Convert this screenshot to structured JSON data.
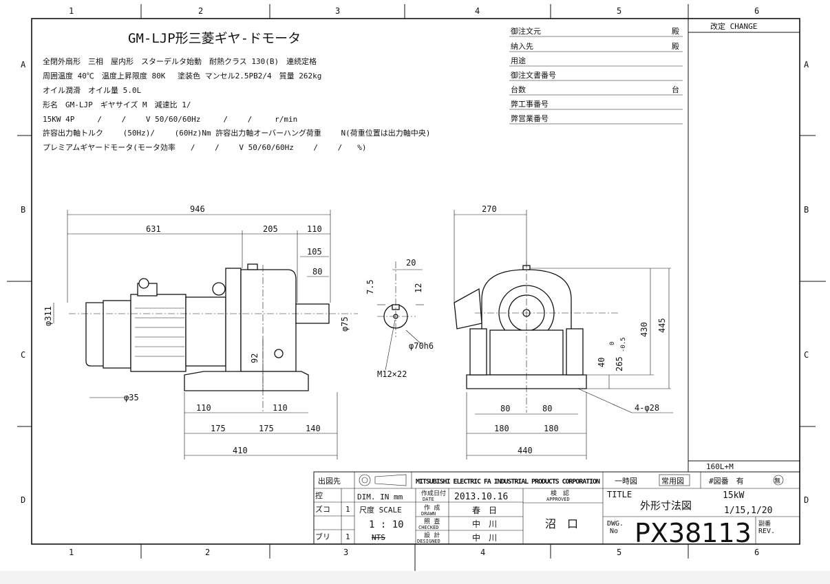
{
  "grid": {
    "columns": [
      "1",
      "2",
      "3",
      "4",
      "5",
      "6"
    ],
    "rows": [
      "A",
      "B",
      "C",
      "D"
    ]
  },
  "title": "GM-LJP形三菱ギヤ-ドモータ",
  "spec_lines": [
    "全閉外扇形　三相　屋内形　スターデルタ始動　耐熱クラス 130(B)　連続定格",
    "周囲温度 40℃　温度上昇限度 80K　 塗装色 マンセル2.5PB2/4　質量 262kg",
    "オイル潤滑　オイル量 5.0L",
    "形名　GM-LJP　ギヤサイズ M　減速比 1/",
    "15KW 4P　　　/　　 /　　 V 50/60/60Hz　　　/　　 /　　　r/min",
    "許容出力軸トルク　　 (50Hz)/　　 (60Hz)Nm 許容出力軸オーバーハング荷重　　 N(荷重位置は出力軸中央)",
    "プレミアムギヤードモータ(モータ効率　　/　　 /　　 V 50/60/60Hz　　 /　　 /　　%)"
  ],
  "order_form": [
    {
      "label": "御注文元",
      "suffix": "殿"
    },
    {
      "label": "納入先",
      "suffix": "殿"
    },
    {
      "label": "用途",
      "suffix": ""
    },
    {
      "label": "御注文書番号",
      "suffix": ""
    },
    {
      "label": "台数",
      "suffix": "台"
    },
    {
      "label": "弊工事番号",
      "suffix": ""
    },
    {
      "label": "弊営業番号",
      "suffix": ""
    }
  ],
  "change_header": "改定 CHANGE",
  "frame_code": "160L+M",
  "dimensions": {
    "side": [
      "946",
      "631",
      "205",
      "110",
      "105",
      "80",
      "φ311",
      "φ35",
      "92",
      "110",
      "110",
      "175",
      "175",
      "140",
      "410"
    ],
    "shaft": [
      "20",
      "7.5",
      "12",
      "φ75",
      "φ70h6",
      "M12×22"
    ],
    "front": [
      "270",
      "430",
      "445",
      "40",
      "265",
      "0",
      "-0.5",
      "80",
      "80",
      "180",
      "180",
      "440",
      "4-φ28"
    ]
  },
  "title_block": {
    "issue_to": "出図先",
    "company": "MITSUBISHI ELECTRIC FA INDUSTRIAL PRODUCTS CORPORATION",
    "temp_drawing": "一時図",
    "standard_drawing": "常用図",
    "drawing_no_flag": "#図番　有",
    "none_mark": "無",
    "ctrl": "控",
    "zuko": "ズコ",
    "zuko_n": "1",
    "buri": "ブリ",
    "buri_n": "1",
    "dim_unit": "DIM. IN mm",
    "scale_label": "尺度 SCALE",
    "scale": "1 : 10",
    "nts": "NTS",
    "date_label": "作成日付",
    "date_label_en": "DATE",
    "date": "2013.10.16",
    "drawn_label": "作 成",
    "drawn_label_en": "DRAWN",
    "drawn": "春　日",
    "checked_label": "照 査",
    "checked_label_en": "CHECKED",
    "checked": "中　川",
    "designed_label": "設 計",
    "designed_label_en": "DESIGNED",
    "designed": "中　川",
    "approved_label": "検　認",
    "approved_label_en": "APPROVED",
    "approved": "沼　口",
    "title_label": "TITLE",
    "title": "外形寸法図",
    "power": "15kW",
    "ratio": "1/15,1/20",
    "dwg_label": "DWG.",
    "dwg_no_label": "No",
    "dwg_no": "PX38113",
    "rev_label": "副番",
    "rev_label_en": "REV."
  }
}
